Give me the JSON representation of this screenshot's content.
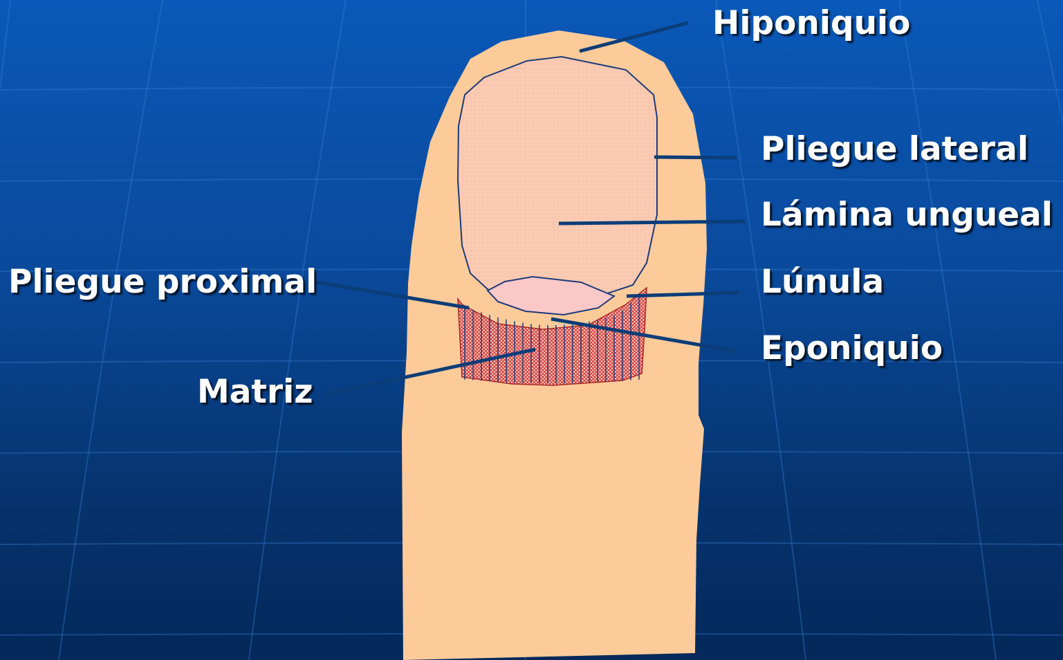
{
  "colors": {
    "background_top": "#0a58b8",
    "background_bottom": "#04295a",
    "skin": "#fdcb9a",
    "nail_plate": "#fbcab2",
    "lunula": "#fbc8c8",
    "matrix": "#e04848",
    "leader_line": "#0b3d78",
    "outline": "#1c3a7a",
    "label_text": "#ffffff"
  },
  "labels": {
    "hiponiquio": "Hiponiquio",
    "pliegue_lateral": "Pliegue lateral",
    "lamina_ungueal": "Lámina ungueal",
    "lunula": "Lúnula",
    "eponiquio": "Eponiquio",
    "pliegue_proximal": "Pliegue proximal",
    "matriz": "Matriz"
  }
}
